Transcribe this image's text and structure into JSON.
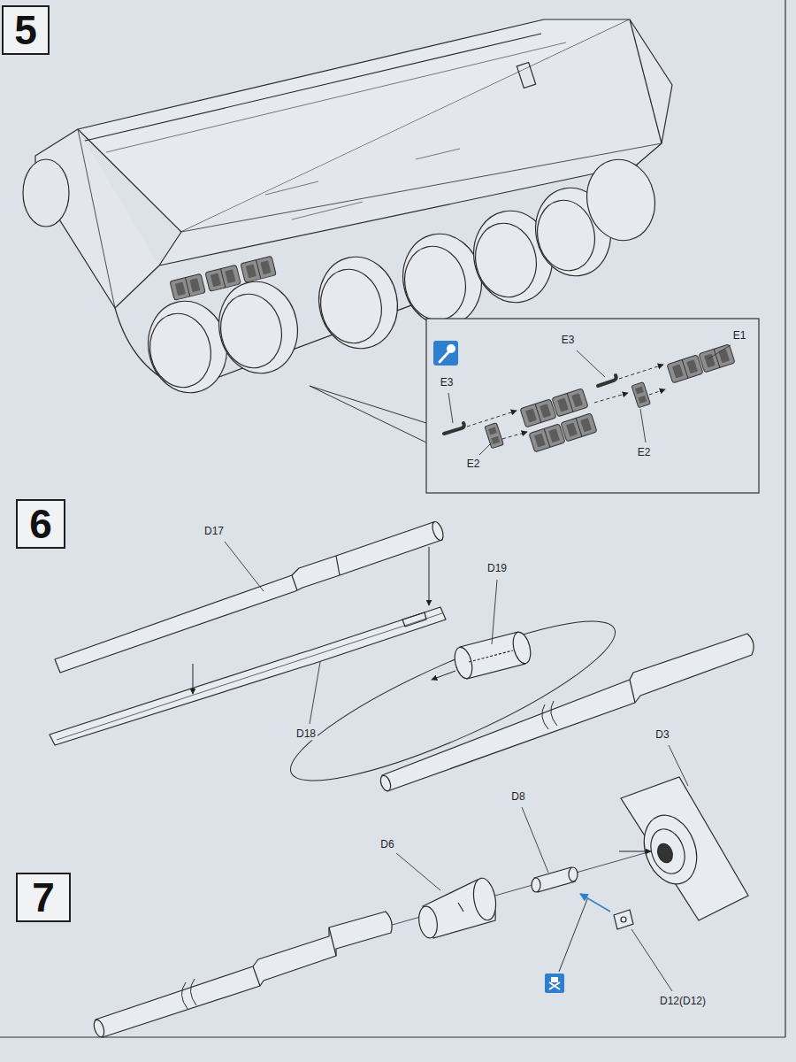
{
  "diagram": {
    "nodes": [
      {
        "text": [
          "5"
        ]
      },
      {
        "text": [
          "6"
        ]
      },
      {
        "text": [
          "7"
        ]
      }
    ],
    "labels": [
      "E3",
      "E1",
      "E3",
      "E2",
      "E2",
      "D17",
      "D19",
      "D18",
      "D6",
      "D8",
      "D3",
      "D12(D12)"
    ]
  }
}
